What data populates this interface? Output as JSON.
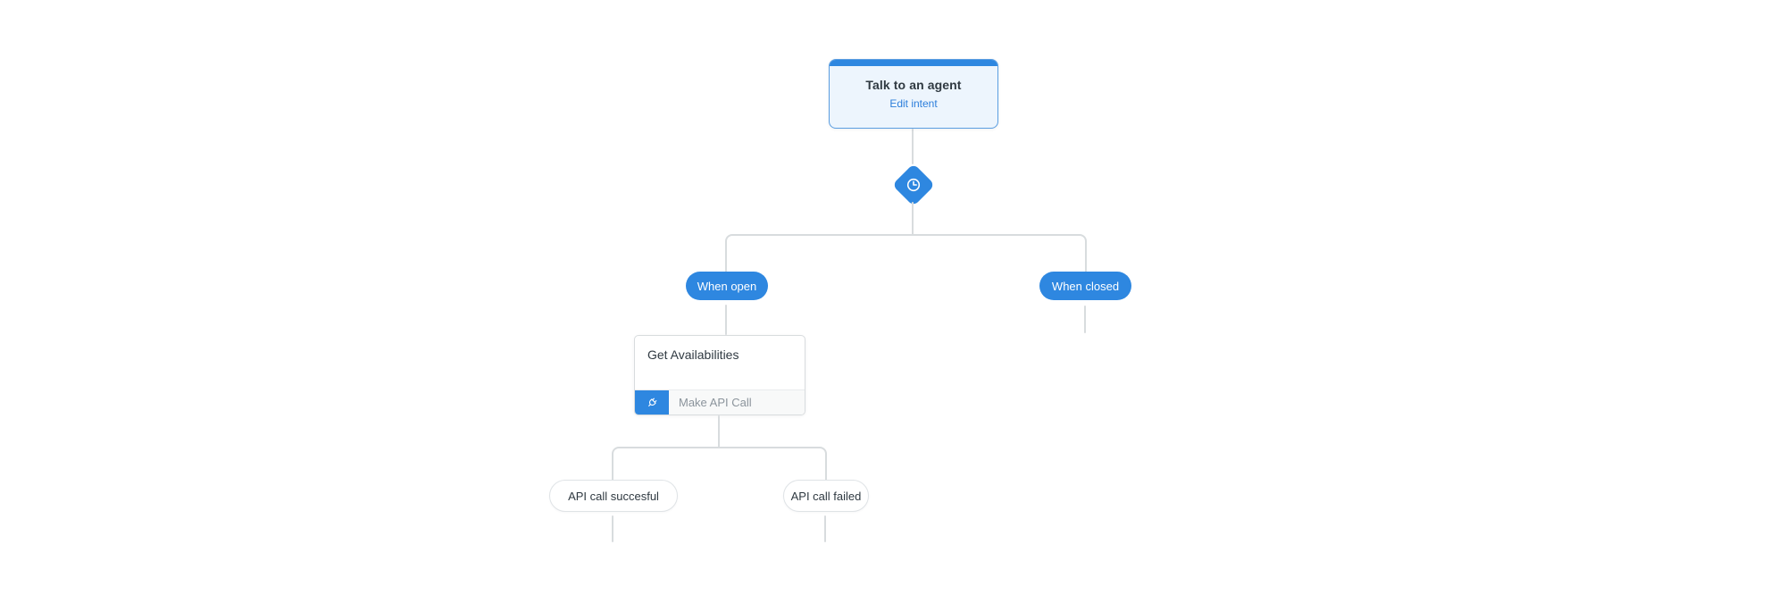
{
  "colors": {
    "accent_blue": "#2e87e0",
    "intent_node_fill": "#edf5fd",
    "intent_node_border": "#5b9ee1",
    "connector_gray": "#d8dcde",
    "text_dark": "#2f3941",
    "text_gray": "#8b949c",
    "link_blue": "#2c7edb",
    "action_row_bg": "#f8f9f9",
    "canvas_bg": "#ffffff"
  },
  "flow": {
    "intent_node": {
      "title": "Talk to an agent",
      "edit_link": "Edit intent"
    },
    "schedule_node": {
      "icon": "clock-icon"
    },
    "schedule_branches": [
      {
        "label": "When open"
      },
      {
        "label": "When closed"
      }
    ],
    "api_node": {
      "title": "Get Availabilities",
      "action": "Make API Call",
      "icon": "plug-icon"
    },
    "api_branches": [
      {
        "label": "API call succesful"
      },
      {
        "label": "API call failed"
      }
    ]
  }
}
